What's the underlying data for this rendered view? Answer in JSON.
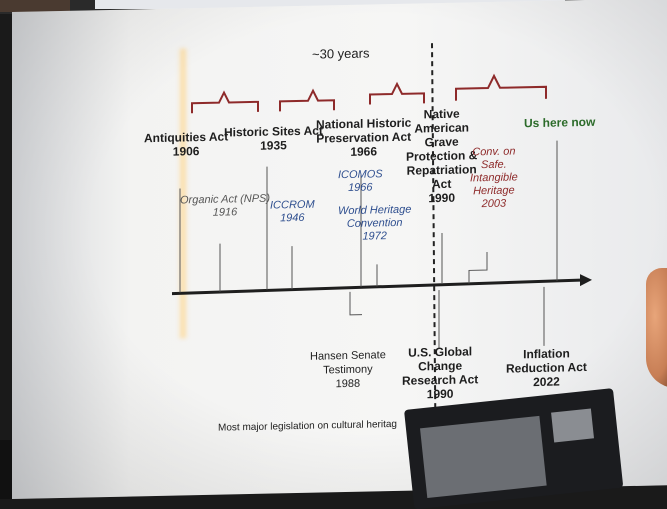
{
  "slide": {
    "span_label": "~30 years",
    "events_above": {
      "antiquities": {
        "line1": "Antiquities Act",
        "line2": "1906"
      },
      "historic_sites": {
        "line1": "Historic Sites Act",
        "line2": "1935"
      },
      "nhpa": {
        "line1": "National Historic",
        "line2": "Preservation Act",
        "line3": "1966"
      },
      "nagpra": {
        "line1": "Native",
        "line2": "American",
        "line3": "Grave",
        "line4": "Protection &",
        "line5": "Repatriation",
        "line6": "Act",
        "line7": "1990"
      },
      "us_here": {
        "line1": "Us here now"
      },
      "organic": {
        "line1": "Organic Act (NPS)",
        "line2": "1916"
      },
      "iccrom": {
        "line1": "ICCROM",
        "line2": "1946"
      },
      "icomos": {
        "line1": "ICOMOS",
        "line2": "1966"
      },
      "whc": {
        "line1": "World Heritage",
        "line2": "Convention",
        "line3": "1972"
      },
      "intangible": {
        "line1": "Conv. on",
        "line2": "Safe.",
        "line3": "Intangible",
        "line4": "Heritage",
        "line5": "2003"
      }
    },
    "events_below": {
      "hansen": {
        "line1": "Hansen Senate",
        "line2": "Testimony",
        "line3": "1988"
      },
      "usgcra": {
        "line1": "U.S. Global",
        "line2": "Change",
        "line3": "Research Act",
        "line4": "1990"
      },
      "ira": {
        "line1": "Inflation",
        "line2": "Reduction Act",
        "line3": "2022"
      }
    },
    "footer_note": "Most major legislation on cultural heritag"
  },
  "colors": {
    "bracket": "#8e2a2a",
    "axis": "#1e1e1e",
    "blue_text": "#2f4f8f",
    "green_text": "#2c6b2a"
  }
}
